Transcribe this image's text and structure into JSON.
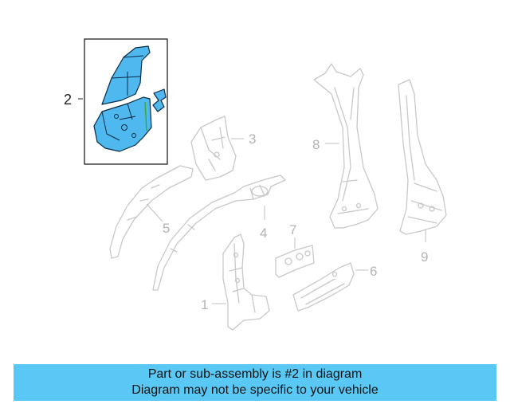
{
  "callouts": {
    "c1": "1",
    "c2": "2",
    "c3": "3",
    "c4": "4",
    "c5": "5",
    "c6": "6",
    "c7": "7",
    "c8": "8",
    "c9": "9"
  },
  "banner": {
    "line1": "Part or sub-assembly is #2 in diagram",
    "line2": "Diagram may not be specific to your vehicle"
  },
  "colors": {
    "highlight": "#4fb8ee",
    "banner": "#5ac8f5",
    "ghost_parts": "#c8c8c8"
  }
}
